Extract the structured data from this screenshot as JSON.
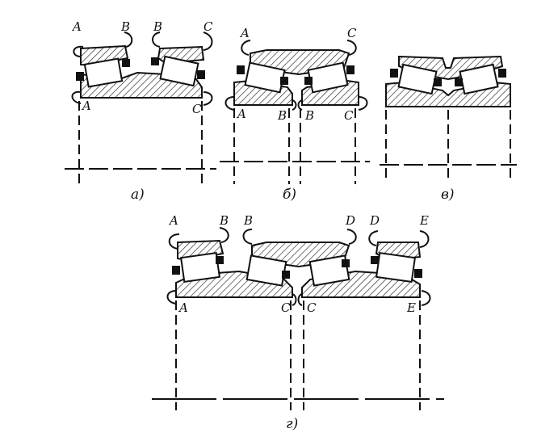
{
  "diagram": {
    "ink_color": "#111111",
    "hatch_color": "#222222",
    "background": "#ffffff",
    "captions": {
      "a": "а)",
      "b": "б)",
      "v": "в)",
      "g": "г)"
    },
    "points": {
      "a": {
        "top_left": "A",
        "top_mid": "B",
        "top_mid2": "B",
        "top_right": "C",
        "bot_left": "A",
        "bot_right": "C"
      },
      "b": {
        "top_left": "A",
        "top_right": "C",
        "bot_left": "A",
        "bot_mid_l": "B",
        "bot_mid_r": "B",
        "bot_right": "C"
      },
      "g": {
        "top_1": "A",
        "top_2": "B",
        "top_3": "B",
        "top_4": "D",
        "top_5": "D",
        "top_6": "E",
        "bot_1": "A",
        "bot_2": "C",
        "bot_3": "C",
        "bot_4": "E"
      }
    }
  }
}
